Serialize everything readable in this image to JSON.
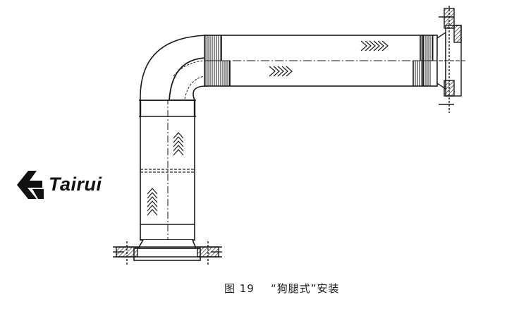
{
  "logo": {
    "brand": "Tairui",
    "icon": "tairui-logo-mark-icon"
  },
  "caption": {
    "figure_label": "图 19",
    "title": "“狗腿式”安装"
  },
  "colors": {
    "ink": "#1a1a1a",
    "paper": "#ffffff"
  }
}
